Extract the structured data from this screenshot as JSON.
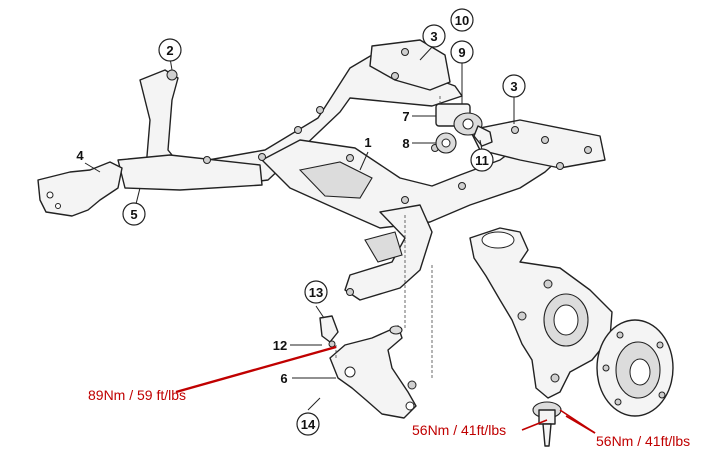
{
  "callouts": {
    "c1": "1",
    "c2": "2",
    "c3a": "3",
    "c3b": "3",
    "c4": "4",
    "c5": "5",
    "c6": "6",
    "c7": "7",
    "c8": "8",
    "c9": "9",
    "c10": "10",
    "c11": "11",
    "c12": "12",
    "c13": "13",
    "c14": "14"
  },
  "torque": {
    "control_arm_bolt": "89Nm / 59 ft/lbs",
    "ball_joint_left": "56Nm / 41ft/lbs",
    "ball_joint_right": "56Nm / 41ft/lbs"
  },
  "colors": {
    "annotation": "#c00000",
    "linework": "#222222"
  }
}
